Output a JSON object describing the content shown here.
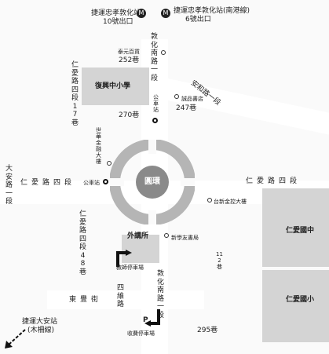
{
  "mrt": [
    {
      "name": "捷運忠孝敦化站",
      "exit": "10號出口"
    },
    {
      "name": "捷運忠孝敦化站(南港線)",
      "exit": "6號出口"
    }
  ],
  "mrt_daan": {
    "name": "捷運大安站",
    "line": "(木柵線)"
  },
  "roads": {
    "dunhua_s_1": "敦化南路一段",
    "dunhua_s_1_lower": "敦化南路一段",
    "renai_4": "仁愛路四段",
    "renai_4_east": "仁愛路四段",
    "daan_rd_1": "大安路一段",
    "renai_4_17": "仁愛路四段17巷",
    "renai_4_48": "仁愛路四段48巷",
    "anhe_1": "安和路一段",
    "dongfeng": "東豐街",
    "siwei": "四維路",
    "lane_112": "112巷"
  },
  "places": {
    "fuxing": "復興中小學",
    "renai_middle": "仁愛國中",
    "renai_primary": "仁愛國小",
    "roundabout": "圓環",
    "venue": "外講所",
    "lane_270": "270巷",
    "lane_252": "252巷",
    "lane_247": "247巷",
    "lane_295": "295巷",
    "taixi": "泰元百貨",
    "chengpin": "誠品書店",
    "bus_stop": "公車站",
    "bus_stop_2": "公車站",
    "world_finance": "世華金融大樓",
    "taixin": "台新金控大樓",
    "xinxue": "新學友書局",
    "teacher_parking": "教師停車場",
    "lower_parking": "收費停車場",
    "parking_letter": "P"
  }
}
